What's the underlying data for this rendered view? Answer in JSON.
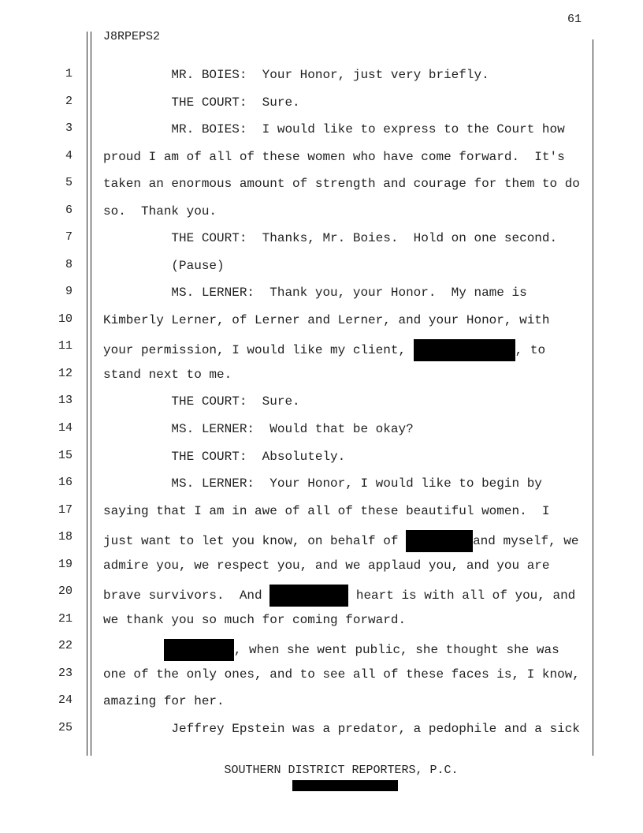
{
  "page_number": "61",
  "header_code": "J8RPEPS2",
  "lines": [
    {
      "n": "1",
      "parts": [
        "         MR. BOIES:  Your Honor, just very briefly."
      ]
    },
    {
      "n": "2",
      "parts": [
        "         THE COURT:  Sure."
      ]
    },
    {
      "n": "3",
      "parts": [
        "         MR. BOIES:  I would like to express to the Court how"
      ]
    },
    {
      "n": "4",
      "parts": [
        "proud I am of all of these women who have come forward.  It's"
      ]
    },
    {
      "n": "5",
      "parts": [
        "taken an enormous amount of strength and courage for them to do"
      ]
    },
    {
      "n": "6",
      "parts": [
        "so.  Thank you."
      ]
    },
    {
      "n": "7",
      "parts": [
        "         THE COURT:  Thanks, Mr. Boies.  Hold on one second."
      ]
    },
    {
      "n": "8",
      "parts": [
        "         (Pause)"
      ]
    },
    {
      "n": "9",
      "parts": [
        "         MS. LERNER:  Thank you, your Honor.  My name is"
      ]
    },
    {
      "n": "10",
      "parts": [
        "Kimberly Lerner, of Lerner and Lerner, and your Honor, with"
      ]
    },
    {
      "n": "11",
      "parts": [
        "your permission, I would like my client, ",
        ", to"
      ]
    },
    {
      "n": "12",
      "parts": [
        "stand next to me."
      ]
    },
    {
      "n": "13",
      "parts": [
        "         THE COURT:  Sure."
      ]
    },
    {
      "n": "14",
      "parts": [
        "         MS. LERNER:  Would that be okay?"
      ]
    },
    {
      "n": "15",
      "parts": [
        "         THE COURT:  Absolutely."
      ]
    },
    {
      "n": "16",
      "parts": [
        "         MS. LERNER:  Your Honor, I would like to begin by"
      ]
    },
    {
      "n": "17",
      "parts": [
        "saying that I am in awe of all of these beautiful women.  I"
      ]
    },
    {
      "n": "18",
      "parts": [
        "just want to let you know, on behalf of ",
        "and myself, we"
      ]
    },
    {
      "n": "19",
      "parts": [
        "admire you, we respect you, and we applaud you, and you are"
      ]
    },
    {
      "n": "20",
      "parts": [
        "brave survivors.  And ",
        " heart is with all of you, and"
      ]
    },
    {
      "n": "21",
      "parts": [
        "we thank you so much for coming forward."
      ]
    },
    {
      "n": "22",
      "parts": [
        "        ",
        ", when she went public, she thought she was"
      ]
    },
    {
      "n": "23",
      "parts": [
        "one of the only ones, and to see all of these faces is, I know,"
      ]
    },
    {
      "n": "24",
      "parts": [
        "amazing for her."
      ]
    },
    {
      "n": "25",
      "parts": [
        "         Jeffrey Epstein was a predator, a pedophile and a sick"
      ]
    }
  ],
  "footer": "SOUTHERN DISTRICT REPORTERS, P.C."
}
